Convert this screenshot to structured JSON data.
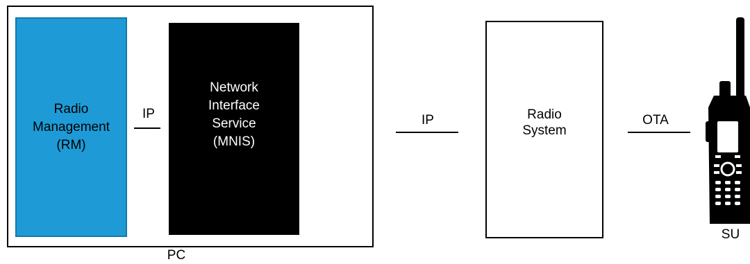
{
  "pc": {
    "label": "PC",
    "rm": {
      "lines": [
        "Radio",
        "Management",
        "(RM)"
      ],
      "color": "#1e9bd7"
    },
    "ip_link_label": "IP",
    "mnis": {
      "lines": [
        "Network",
        "Interface",
        "Service",
        "(MNIS)"
      ],
      "color": "#000000",
      "text_color": "#ffffff"
    }
  },
  "pc_to_radio_link_label": "IP",
  "radio_system": {
    "lines": [
      "Radio",
      "System"
    ]
  },
  "ota_link_label": "OTA",
  "su": {
    "label": "SU"
  }
}
